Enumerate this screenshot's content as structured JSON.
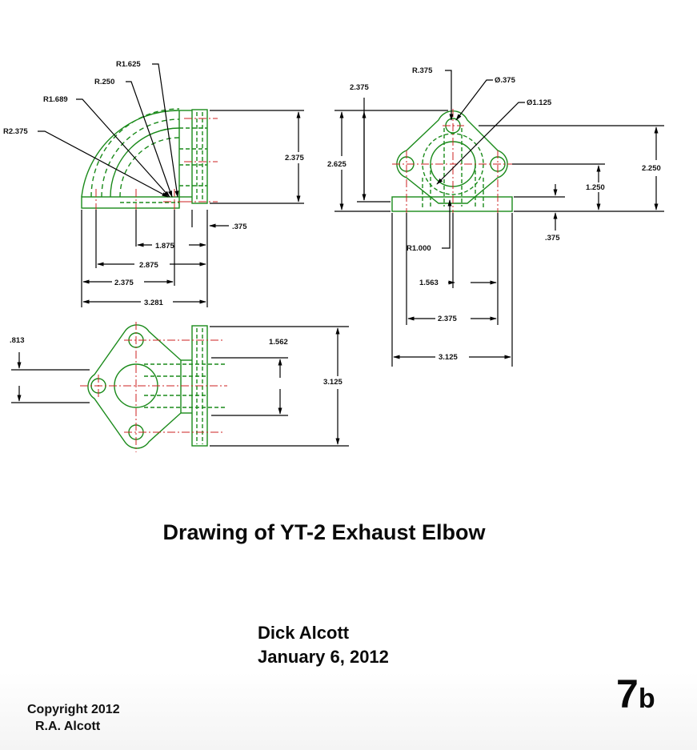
{
  "title": "Drawing of YT-2 Exhaust Elbow",
  "author": {
    "name": "Dick Alcott",
    "date": "January 6, 2012"
  },
  "copyright": {
    "line1": "Copyright 2012",
    "line2": "R.A. Alcott"
  },
  "page": {
    "number": "7",
    "suffix": "b"
  },
  "colors": {
    "outline": "#1a8a1a",
    "centerline": "#cc2222",
    "dimension": "#000000"
  },
  "dimensions": {
    "side_view": [
      "R1.625",
      "R.250",
      "R1.689",
      "R2.375",
      "2.375",
      ".375",
      "1.875",
      "2.875",
      "2.375",
      "3.281"
    ],
    "front_view": [
      "R.375",
      "Ø.375",
      "Ø1.125",
      "2.375",
      "2.625",
      "2.250",
      "1.250",
      ".375",
      "R1.000",
      "1.563",
      "2.375",
      "3.125"
    ],
    "top_view": [
      ".813",
      "1.562",
      "3.125"
    ]
  }
}
